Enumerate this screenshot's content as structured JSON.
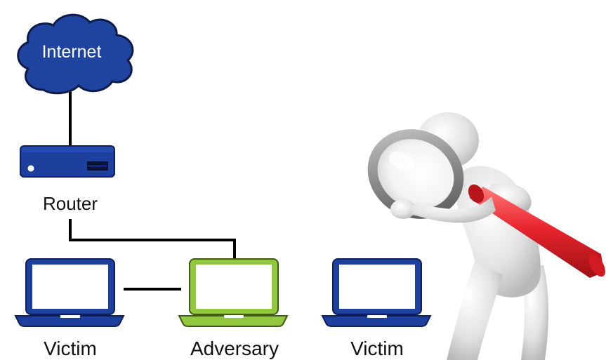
{
  "nodes": {
    "internet": {
      "label": "Internet"
    },
    "router": {
      "label": "Router"
    },
    "victim_left": {
      "label": "Victim"
    },
    "adversary": {
      "label": "Adversary"
    },
    "victim_right": {
      "label": "Victim"
    }
  },
  "icons": {
    "cloud": "cloud-icon",
    "router": "router-icon",
    "laptop": "laptop-icon",
    "inspector": "magnifying-glass-figure-icon"
  },
  "colors": {
    "cloud_fill": "#1e44a0",
    "cloud_stroke": "#0d1a4a",
    "device_blue": "#1d3f9e",
    "device_blue_dark": "#0f1f5a",
    "adversary_green": "#92c83e",
    "adversary_green_dark": "#3f5a12",
    "wire": "#000000",
    "figure": "#e6e6e6",
    "magnifier_handle": "#e8242c"
  }
}
